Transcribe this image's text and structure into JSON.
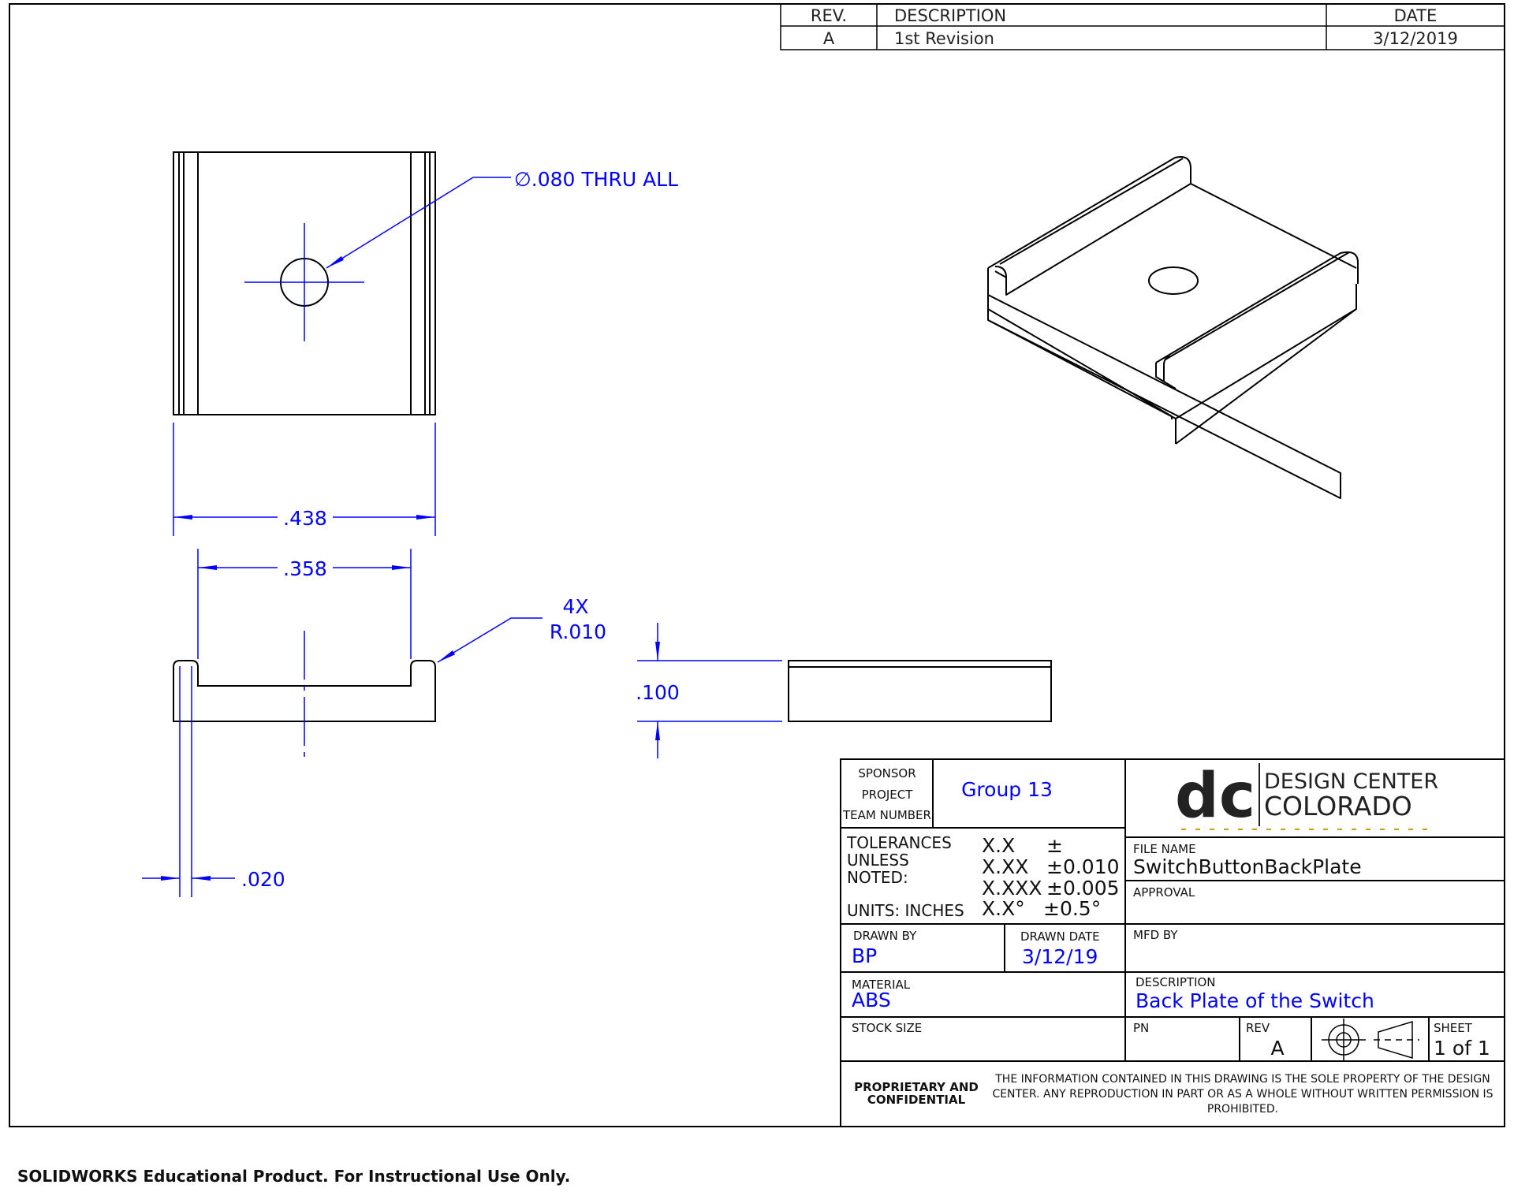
{
  "revision_table": {
    "headers": {
      "rev": "REV.",
      "description": "DESCRIPTION",
      "date": "DATE"
    },
    "rows": [
      {
        "rev": "A",
        "description": "1st Revision",
        "date": "3/12/2019"
      }
    ]
  },
  "dimensions": {
    "hole_callout": "∅.080 THRU ALL",
    "outer_width": ".438",
    "inner_width": ".358",
    "fillet_count": "4X",
    "fillet_radius": "R.010",
    "height": ".100",
    "lip_thickness": ".020"
  },
  "title_block": {
    "sponsor_label": "SPONSOR",
    "project_label": "PROJECT",
    "team_label": "TEAM NUMBER",
    "team_value": "Group 13",
    "logo_letters": "dc",
    "logo_line1": "DESIGN CENTER",
    "logo_line2": "COLORADO",
    "tol_label1": "TOLERANCES",
    "tol_label2": "UNLESS",
    "tol_label3": "NOTED:",
    "units": "UNITS: INCHES",
    "tolerances": [
      {
        "format": "X.X",
        "value": "±"
      },
      {
        "format": "X.XX",
        "value": "±0.010"
      },
      {
        "format": "X.XXX",
        "value": "±0.005"
      },
      {
        "format": "X.X°",
        "value": "±0.5°"
      }
    ],
    "file_name_label": "FILE NAME",
    "file_name": "SwitchButtonBackPlate",
    "approval_label": "APPROVAL",
    "drawn_by_label": "DRAWN BY",
    "drawn_by": "BP",
    "drawn_date_label": "DRAWN DATE",
    "drawn_date": "3/12/19",
    "mfd_by_label": "MFD BY",
    "material_label": "MATERIAL",
    "material": "ABS",
    "description_label": "DESCRIPTION",
    "description": "Back Plate of the Switch",
    "stock_size_label": "STOCK SIZE",
    "pn_label": "PN",
    "rev_label": "REV",
    "rev": "A",
    "sheet_label": "SHEET",
    "sheet": "1 of 1",
    "proprietary1": "PROPRIETARY AND",
    "proprietary2": "CONFIDENTIAL",
    "notice1": "THE INFORMATION CONTAINED IN THIS DRAWING IS THE SOLE PROPERTY OF THE DESIGN",
    "notice2": "CENTER. ANY REPRODUCTION IN PART OR AS A WHOLE WITHOUT WRITTEN PERMISSION IS",
    "notice3": "PROHIBITED."
  },
  "footer": "SOLIDWORKS Educational Product. For Instructional Use Only.",
  "colors": {
    "dimension": "#0000ff",
    "line": "#000000"
  }
}
